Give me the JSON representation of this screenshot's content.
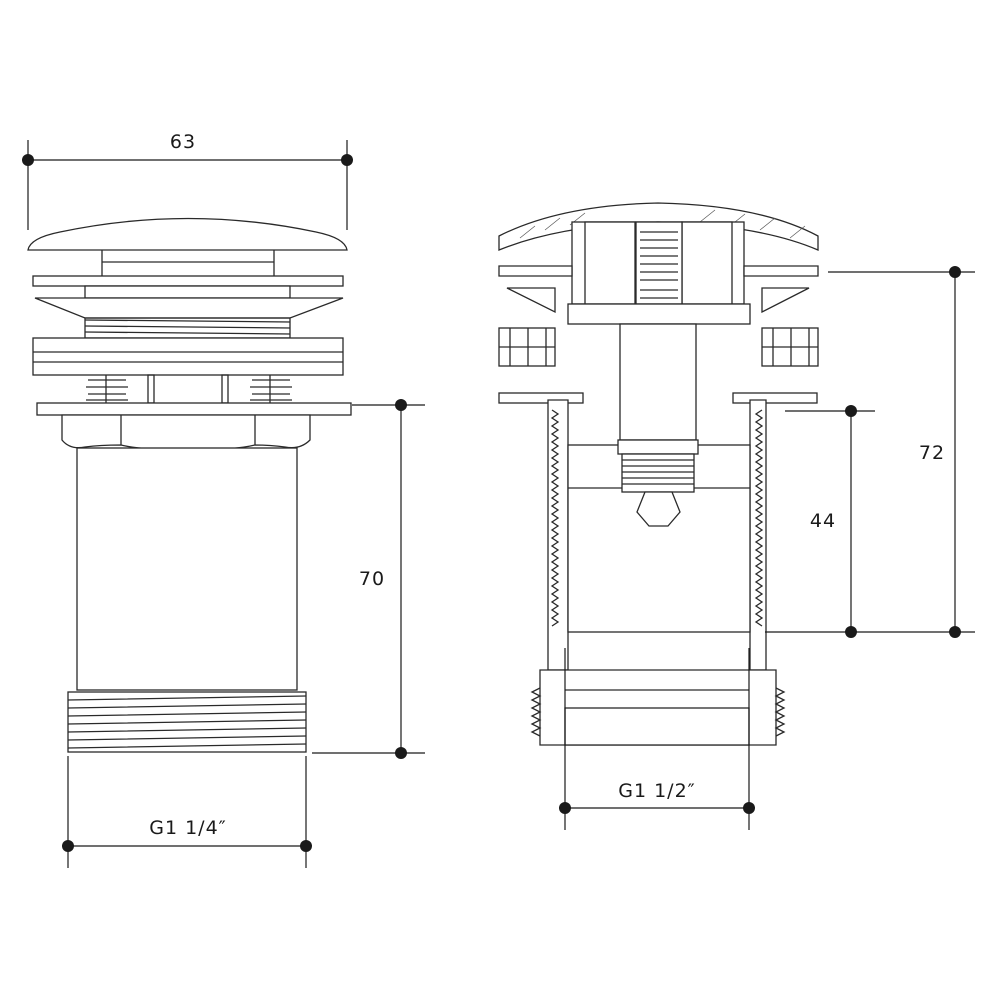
{
  "left_view": {
    "width_label": "63",
    "height_label": "70",
    "thread_label": "G1 1/4″"
  },
  "right_view": {
    "overall_height_label": "72",
    "inner_height_label": "44",
    "thread_label": "G1 1/2″"
  },
  "colors": {
    "line": "#2a2a2a",
    "background": "#ffffff"
  }
}
